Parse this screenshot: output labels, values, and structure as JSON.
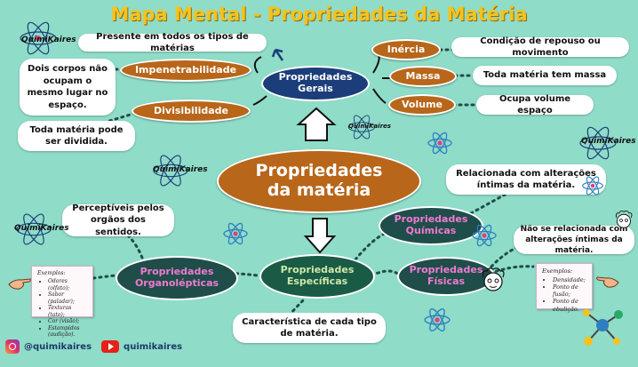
{
  "title": "Mapa Mental - Propriedades da Matéria",
  "center": {
    "line1": "Propriedades",
    "line2": "da matéria"
  },
  "gerais": {
    "label": "Propriedades Gerais",
    "children": {
      "impenetrabilidade": {
        "label": "Impenetrabilidade",
        "desc": "Dois corpos não ocupam o mesmo lugar no espaço."
      },
      "divisibilidade": {
        "label": "Divisibilidade",
        "desc": "Toda matéria pode ser dividida."
      },
      "inercia": {
        "label": "Inércia",
        "desc": "Condição de repouso ou movimento"
      },
      "massa": {
        "label": "Massa",
        "desc": "Toda matéria tem massa"
      },
      "volume": {
        "label": "Volume",
        "desc": "Ocupa volume espaço"
      },
      "presente": "Presente em todos os tipos de matérias"
    }
  },
  "especificas": {
    "line1": "Propriedades",
    "line2": "Específicas",
    "desc": "Característica de cada tipo de matéria."
  },
  "organolepticas": {
    "line1": "Propriedades",
    "line2": "Organolépticas",
    "desc": "Perceptíveis pelos orgãos dos sentidos."
  },
  "quimicas": {
    "line1": "Propriedades",
    "line2": "Químicas",
    "desc": "Relacionada com alterações íntimas da matéria."
  },
  "fisicas": {
    "line1": "Propriedades",
    "line2": "Físicas",
    "desc": "Não se relacionada com alterações íntimas da matéria."
  },
  "note_left": {
    "heading": "Exemplos:",
    "items": [
      "Odores (olfato);",
      "Sabor (paladar);",
      "Texturas (tato);",
      "Cor (visão);",
      "Estampidos (audição)."
    ]
  },
  "note_right": {
    "heading": "Exemplos:",
    "items": [
      "Densidade;",
      "Ponto de fusão;",
      "Ponto de ebulição."
    ]
  },
  "brand": {
    "text1": "Quimi",
    "text2": "Kaires"
  },
  "footer": {
    "instagram": "@quimikaires",
    "youtube": "quimikaires"
  },
  "colors": {
    "background": "#8fdcc8",
    "title": "#f6c21c",
    "brown": "#b8661a",
    "navy": "#1b3d7a",
    "dark_teal": "#1f4d4a",
    "pink": "#f07ad0",
    "green_text": "#cfe8a8"
  }
}
